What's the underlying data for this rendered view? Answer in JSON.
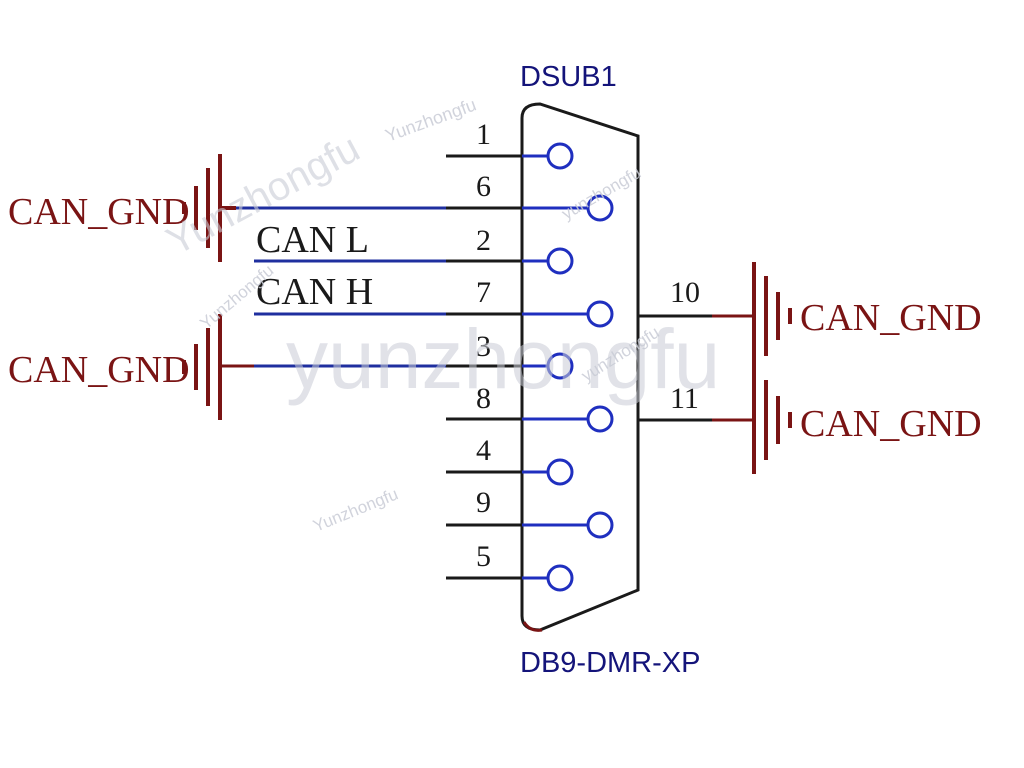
{
  "component": {
    "designator": "DSUB1",
    "part": "DB9-DMR-XP"
  },
  "pins": [
    {
      "number": "1",
      "net": ""
    },
    {
      "number": "6",
      "net": "CAN_GND"
    },
    {
      "number": "2",
      "net": "CAN L"
    },
    {
      "number": "7",
      "net": "CAN H"
    },
    {
      "number": "3",
      "net": "CAN_GND"
    },
    {
      "number": "8",
      "net": ""
    },
    {
      "number": "4",
      "net": ""
    },
    {
      "number": "9",
      "net": ""
    },
    {
      "number": "5",
      "net": ""
    }
  ],
  "shell_pins": [
    {
      "number": "10",
      "net": "CAN_GND"
    },
    {
      "number": "11",
      "net": "CAN_GND"
    }
  ],
  "net_labels": {
    "can_l": "CAN L",
    "can_h": "CAN H",
    "gnd_left_top": "CAN_GND",
    "gnd_left_bottom": "CAN_GND",
    "gnd_right_top": "CAN_GND",
    "gnd_right_bottom": "CAN_GND"
  },
  "watermarks": {
    "large": "yunzhongfu",
    "diagonal_big": "Yunzhongfu",
    "small_1": "Yunzhongfu",
    "small_2": "yunzhongfu",
    "small_3": "Yunzhongfu",
    "small_4": "yunzhongfu",
    "small_5": "Yunzhongfu"
  },
  "colors": {
    "outline": "#1a1a1a",
    "pin_blue": "#1f2fbf",
    "net_wire": "#1f2f9f",
    "ground": "#7a1414",
    "label_blue": "#14147a",
    "text": "#1a1a1a"
  }
}
